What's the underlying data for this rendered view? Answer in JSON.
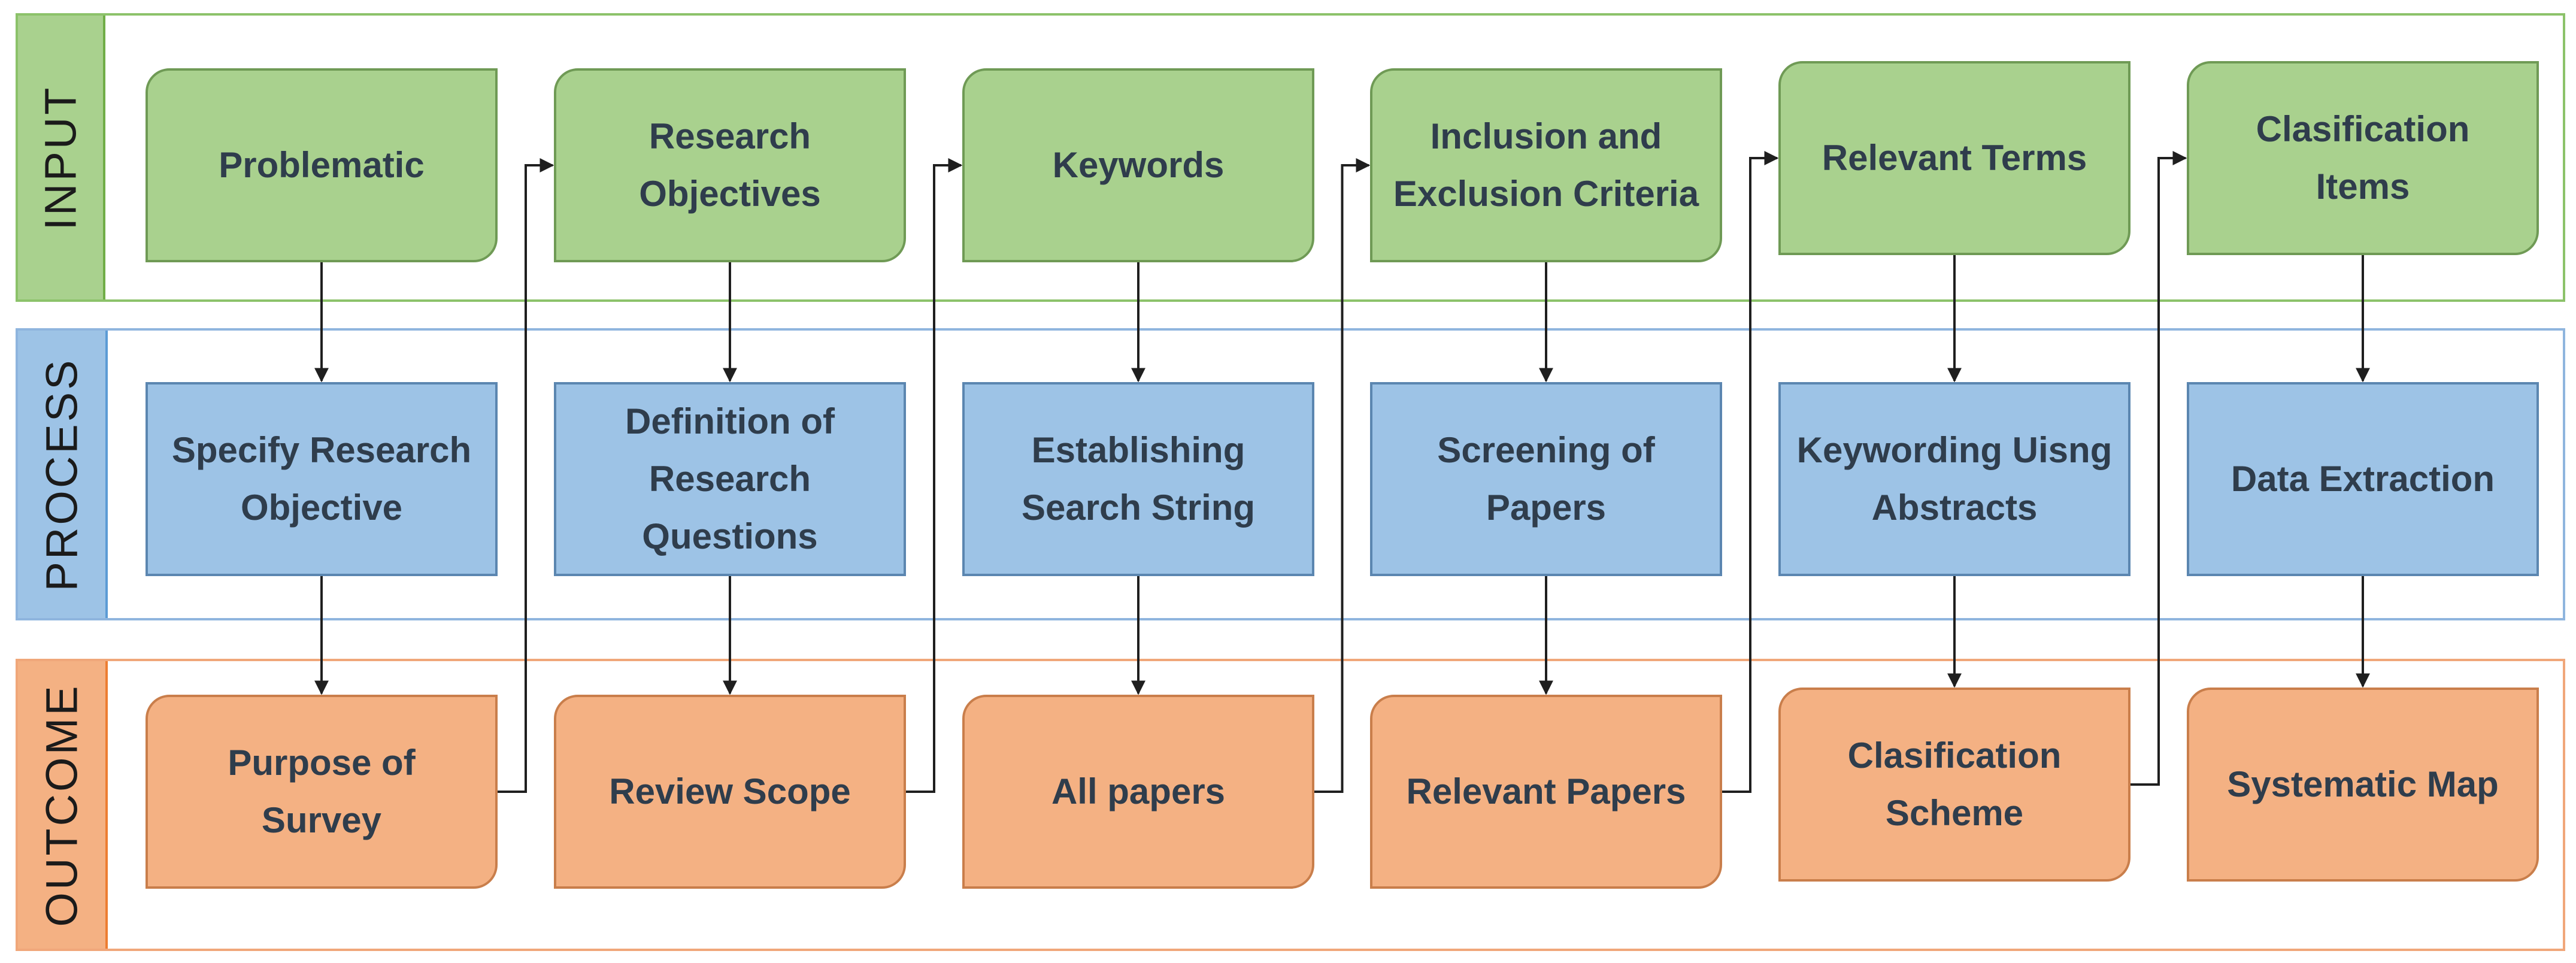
{
  "colors": {
    "input_fill": "#a9d18e",
    "input_border": "#6f9a55",
    "input_lane_border": "#70ad47",
    "process_fill": "#9dc3e6",
    "process_border": "#5b86b0",
    "process_lane_border": "#5b9bd5",
    "outcome_fill": "#f4b183",
    "outcome_border": "#c97e4b",
    "outcome_lane_border": "#ed7d31",
    "arrow": "#1f1f1f"
  },
  "lanes": {
    "input": "INPUT",
    "process": "PROCESS",
    "outcome": "OUTCOME"
  },
  "inputs": [
    "Problematic",
    "Research\nObjectives",
    "Keywords",
    "Inclusion and\nExclusion Criteria",
    "Relevant Terms",
    "Clasification\nItems"
  ],
  "processes": [
    "Specify Research\nObjective",
    "Definition of\nResearch\nQuestions",
    "Establishing\nSearch String",
    "Screening of\nPapers",
    "Keywording Uisng\nAbstracts",
    "Data Extraction"
  ],
  "outcomes": [
    "Purpose of\nSurvey",
    "Review Scope",
    "All papers",
    "Relevant Papers",
    "Clasification\nScheme",
    "Systematic Map"
  ]
}
